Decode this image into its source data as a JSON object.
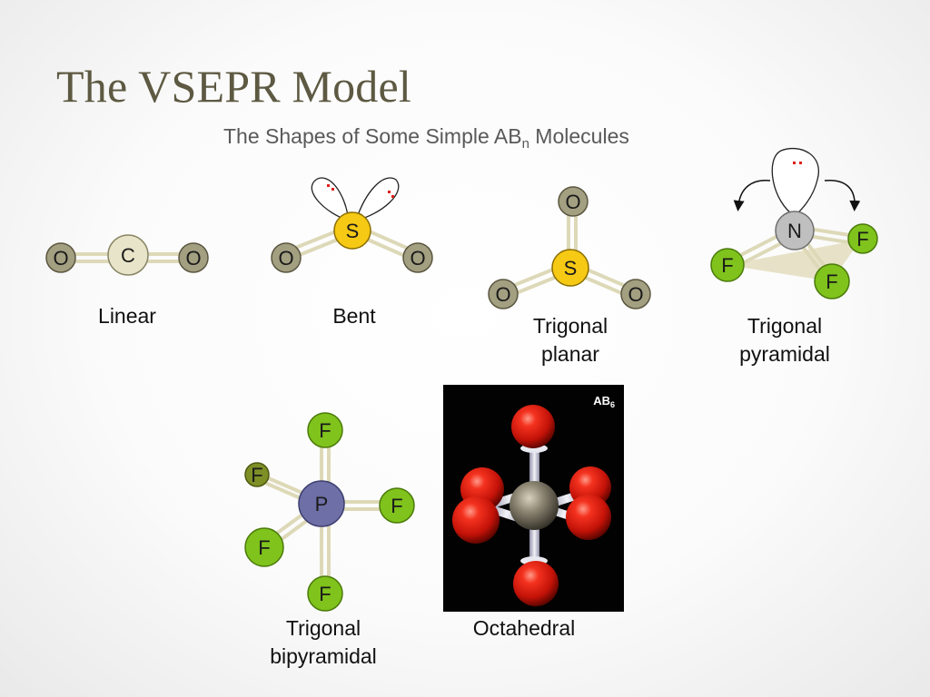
{
  "title": "The VSEPR Model",
  "subtitle": {
    "prefix": "The Shapes of Some Simple AB",
    "subscript": "n",
    "suffix": " Molecules"
  },
  "molecules": [
    {
      "label_lines": [
        "Linear"
      ],
      "central_atom": "C",
      "ligands": [
        "O",
        "O"
      ]
    },
    {
      "label_lines": [
        "Bent"
      ],
      "central_atom": "S",
      "ligands": [
        "O",
        "O"
      ]
    },
    {
      "label_lines": [
        "Trigonal",
        "planar"
      ],
      "central_atom": "S",
      "ligands": [
        "O",
        "O",
        "O"
      ]
    },
    {
      "label_lines": [
        "Trigonal",
        "pyramidal"
      ],
      "central_atom": "N",
      "ligands": [
        "F",
        "F",
        "F"
      ]
    },
    {
      "label_lines": [
        "Trigonal",
        "bipyramidal"
      ],
      "central_atom": "P",
      "ligands": [
        "F",
        "F",
        "F",
        "F",
        "F"
      ]
    },
    {
      "label_lines": [
        "Octahedral"
      ]
    }
  ],
  "photo_label": {
    "prefix": "AB",
    "subscript": "6"
  },
  "colors": {
    "title": "#5d5942",
    "oxygen": "#a39f81",
    "carbon": "#e8e4c9",
    "sulfur": "#f6c915",
    "nitrogen": "#bfbfbf",
    "phosphorus": "#6d6fa6",
    "fluorine": "#7fc31c",
    "lone_pair_dots": "#e0201a"
  }
}
